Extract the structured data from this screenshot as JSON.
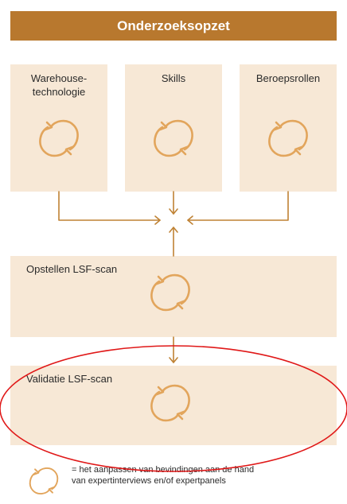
{
  "title": "Onderzoeksopzet",
  "columns": [
    {
      "label": "Warehouse-\ntechnologie"
    },
    {
      "label": "Skills"
    },
    {
      "label": "Beroepsrollen"
    }
  ],
  "stages": [
    {
      "label": "Opstellen LSF-scan"
    },
    {
      "label": "Validatie LSF-scan"
    }
  ],
  "legend": {
    "line1": "= het aanpassen van bevindingen aan de hand",
    "line2": "van expertinterviews en/of expertpanels"
  },
  "colors": {
    "brand": "#b8782e",
    "box_bg": "#f7e8d6",
    "cycle_icon": "#e2a55c",
    "arrow": "#bf8234",
    "highlight_ellipse": "#e01818"
  },
  "icons": {
    "cycle": "refresh-cycle-icon",
    "arrow": "arrow-icon"
  }
}
